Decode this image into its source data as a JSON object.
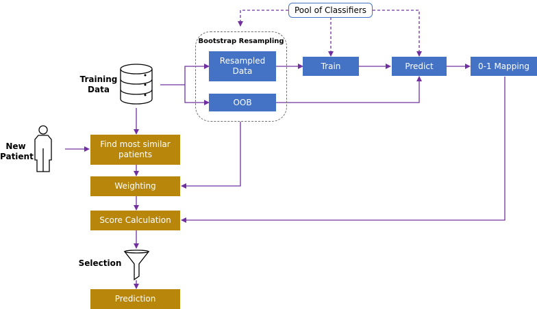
{
  "labels": {
    "training_data": [
      "Training",
      "Data"
    ],
    "new_patient": [
      "New",
      "Patient"
    ],
    "selection": "Selection",
    "bootstrap": "Bootstrap Resampling"
  },
  "boxes": {
    "pool": "Pool of Classifiers",
    "resampled": [
      "Resampled",
      "Data"
    ],
    "oob": "OOB",
    "train": "Train",
    "predict": "Predict",
    "mapping": "0-1 Mapping",
    "find_similar": [
      "Find most similar",
      "patients"
    ],
    "weighting": "Weighting",
    "score": "Score Calculation",
    "prediction": "Prediction"
  },
  "colors": {
    "blue_box": "#4472c4",
    "gold_box": "#b8860b",
    "arrow": "#7030a0",
    "dashed_border": "#6e6e6e"
  },
  "icons": [
    "database-icon",
    "person-icon",
    "funnel-icon"
  ]
}
